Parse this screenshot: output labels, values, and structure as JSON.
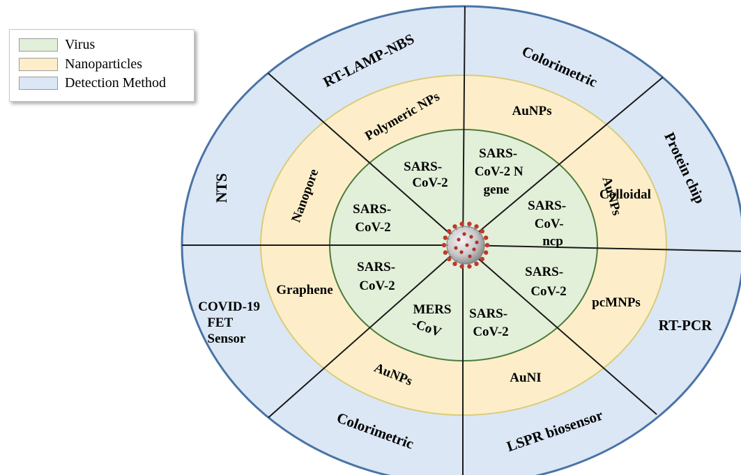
{
  "legend": [
    {
      "label": "Virus",
      "color": "#e2efd9"
    },
    {
      "label": "Nanoparticles",
      "color": "#fdeec9"
    },
    {
      "label": "Detection Method",
      "color": "#dbe7f4"
    }
  ],
  "colors": {
    "outer_ring": "#dbe7f4",
    "middle_ring": "#fdeec9",
    "inner_disc": "#e2efd9",
    "outer_border": "#4a73a6",
    "middle_border": "#d8cc7a",
    "inner_border": "#4b7b3b",
    "divider": "#1a1a1a"
  },
  "center_icon": "coronavirus-icon",
  "segments": [
    {
      "id": "upper-left",
      "detection_method": "RT-LAMP-NBS",
      "nanoparticle": "Polymeric NPs",
      "virus": [
        "SARS-",
        "CoV-2"
      ]
    },
    {
      "id": "upper-right",
      "detection_method": "Colorimetric",
      "nanoparticle": "AuNPs",
      "virus": [
        "SARS-",
        "CoV-2 N",
        "gene"
      ]
    },
    {
      "id": "right-upper",
      "detection_method": "Protein chip",
      "nanoparticle": [
        "Colloidal",
        "AuNPs"
      ],
      "virus": [
        "SARS-",
        "CoV-",
        "ncp"
      ]
    },
    {
      "id": "right-lower",
      "detection_method": "RT-PCR",
      "nanoparticle": "pcMNPs",
      "virus": [
        "SARS-",
        "CoV-2"
      ]
    },
    {
      "id": "lower-right",
      "detection_method": "LSPR biosensor",
      "nanoparticle": "AuNI",
      "virus": [
        "SARS-",
        "CoV-2"
      ]
    },
    {
      "id": "lower-left",
      "detection_method": "Colorimetric",
      "nanoparticle": "AuNPs",
      "virus": [
        "MERS",
        "-CoV"
      ]
    },
    {
      "id": "left-lower",
      "detection_method": [
        "COVID-19",
        "FET",
        "Sensor"
      ],
      "nanoparticle": "Graphene",
      "virus": [
        "SARS-",
        "CoV-2"
      ]
    },
    {
      "id": "left-upper",
      "detection_method": "NTS",
      "nanoparticle": "Nanopore",
      "virus": [
        "SARS-",
        "CoV-2"
      ]
    }
  ]
}
